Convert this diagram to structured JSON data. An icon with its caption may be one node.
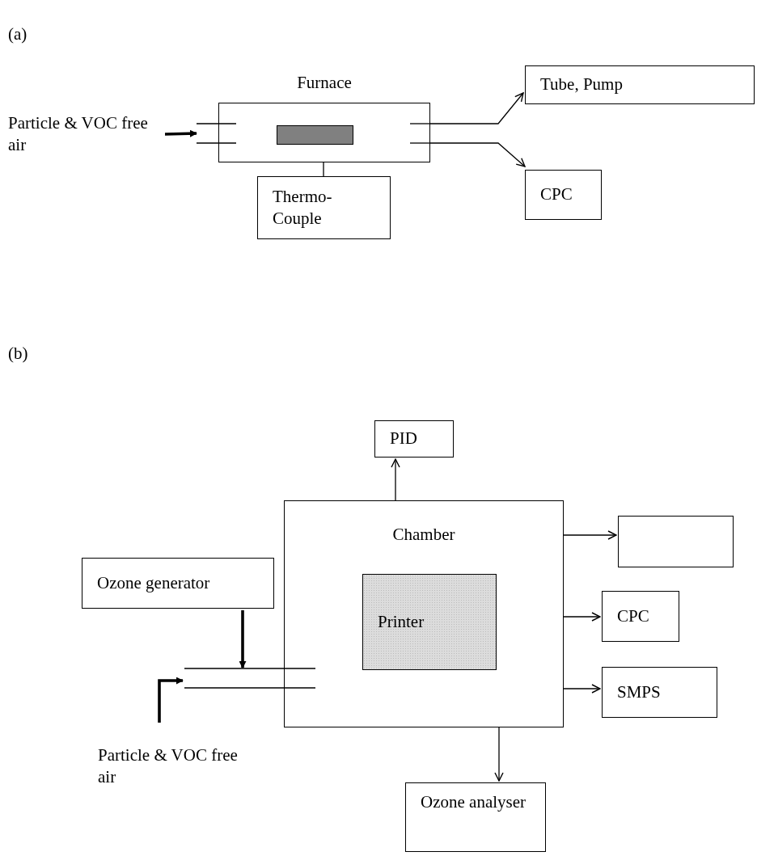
{
  "diagram": {
    "nodes": [
      {
        "text": [
          "Particle & VOC free air"
        ]
      },
      {
        "text": [
          "Furnace"
        ]
      },
      {
        "text": [],
        "shape": "bar",
        "in": 1
      },
      {
        "text": [
          "Thermo-Couple"
        ]
      },
      {
        "text": [
          "Tube, Pump"
        ]
      },
      {
        "text": [
          "CPC"
        ]
      },
      {
        "text": [
          "PID"
        ]
      },
      {
        "text": [
          "Chamber"
        ]
      },
      {
        "text": [
          "Printer"
        ],
        "in": 7
      },
      {
        "text": [],
        "shape": "box"
      },
      {
        "text": [
          "CPC"
        ]
      },
      {
        "text": [
          "SMPS"
        ]
      },
      {
        "text": [
          "Ozone generator"
        ]
      },
      {
        "text": [],
        "shape": "pipe"
      },
      {
        "text": [
          "Particle & VOC free air"
        ]
      },
      {
        "text": [
          "Ozone analyser"
        ]
      }
    ],
    "edges": [
      {
        "from": 0,
        "to": 1,
        "arrow": "to",
        "style": "thick"
      },
      {
        "from": 1,
        "to": 4,
        "arrow": "to"
      },
      {
        "from": 1,
        "to": 5,
        "arrow": "to"
      },
      {
        "from": 1,
        "to": 3,
        "arrow": "none"
      },
      {
        "from": 7,
        "to": 6,
        "arrow": "to"
      },
      {
        "from": 7,
        "to": 9,
        "arrow": "to"
      },
      {
        "from": 7,
        "to": 10,
        "arrow": "to"
      },
      {
        "from": 7,
        "to": 11,
        "arrow": "to"
      },
      {
        "from": 7,
        "to": 15,
        "arrow": "to"
      },
      {
        "from": 12,
        "to": 13,
        "arrow": "to",
        "style": "thick"
      },
      {
        "from": 14,
        "to": 13,
        "arrow": "to",
        "style": "thick"
      }
    ],
    "labels": [
      "(a)",
      "(b)"
    ]
  }
}
